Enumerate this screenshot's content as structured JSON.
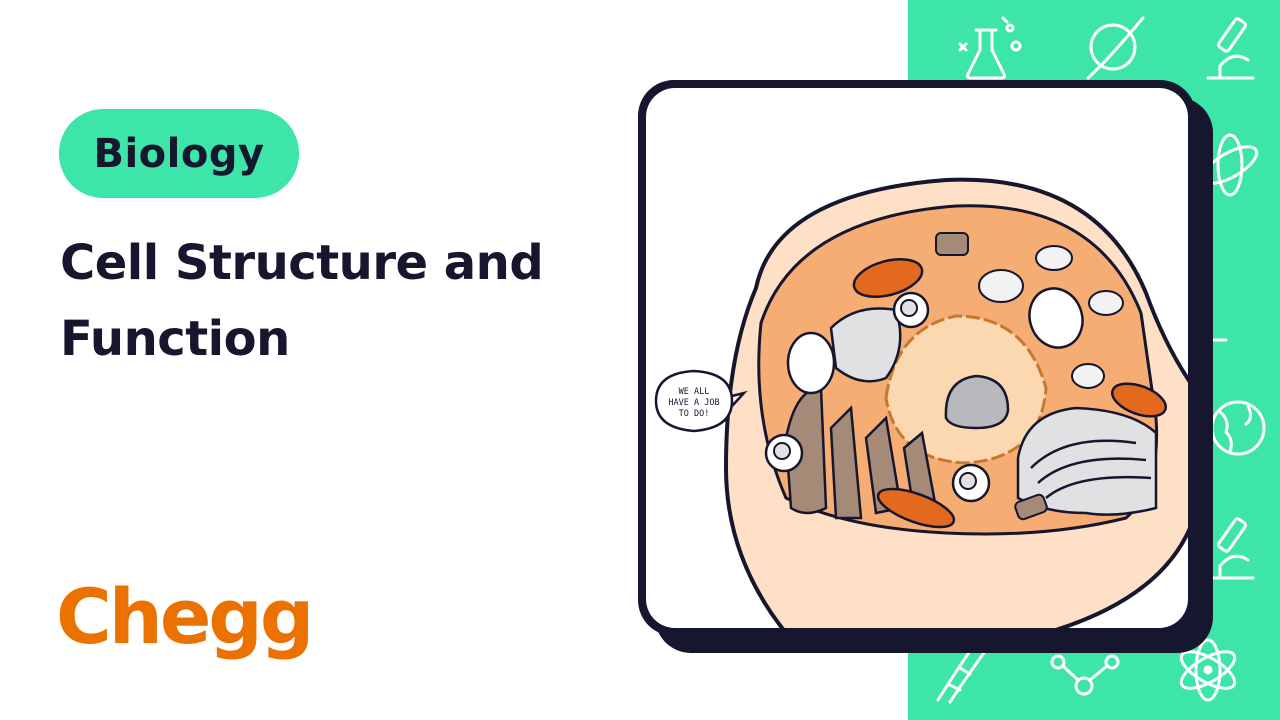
{
  "tag_label": "Biology",
  "title_lines": [
    "Cell Structure and",
    "Function"
  ],
  "brand": "Chegg",
  "speech_bubble": {
    "line1": "WE ALL",
    "line2": "HAVE A JOB",
    "line3": "TO DO!"
  },
  "colors": {
    "accent": "#3ee5a8",
    "brand": "#eb7100",
    "text": "#16162e"
  },
  "decor_icons": [
    "flask-icon",
    "planet-icon",
    "microscope-icon",
    "atom-icon",
    "globe-icon",
    "microscope-icon",
    "dna-icon",
    "molecule-icon",
    "atom-icon"
  ]
}
